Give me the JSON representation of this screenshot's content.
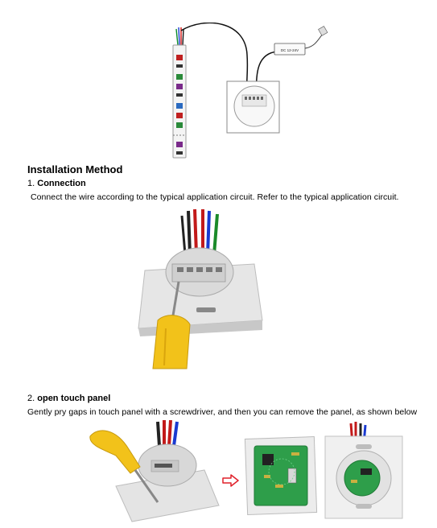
{
  "diagram": {
    "power_label": "DC 12-24V"
  },
  "section": {
    "title": "Installation Method",
    "step1": {
      "number": "1.",
      "title": "Connection",
      "text": "Connect the wire according to the typical application circuit. Refer to the typical application circuit."
    },
    "step2": {
      "number": "2.",
      "title": "open touch panel",
      "text": "Gently pry gaps in touch panel with a screwdriver, and then you can remove the panel, as shown below"
    }
  }
}
